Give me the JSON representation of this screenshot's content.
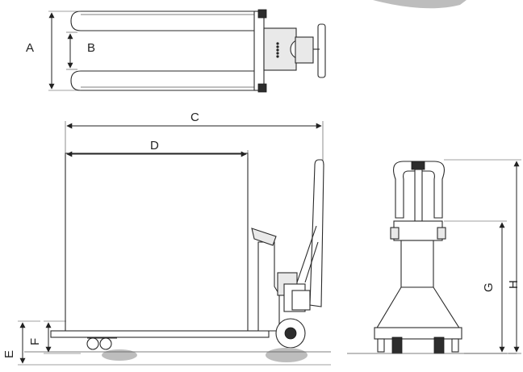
{
  "dimension_labels": {
    "A": "A",
    "B": "B",
    "C": "C",
    "D": "D",
    "E": "E",
    "F": "F",
    "G": "G",
    "H": "H"
  },
  "colors": {
    "line": "#2a2a2a",
    "panel": "#e9e9e9",
    "shadow": "#bdbdbd"
  }
}
